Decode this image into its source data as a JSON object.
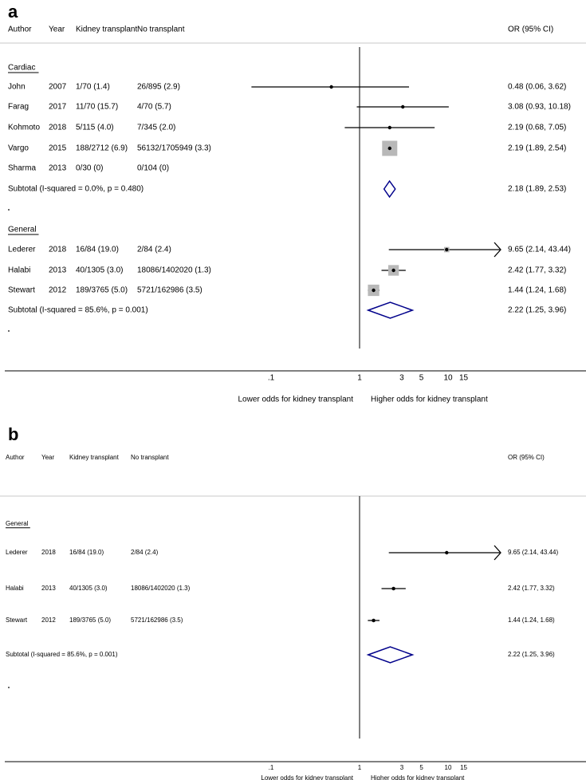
{
  "chart_data": [
    {
      "type": "forest",
      "panel_label": "a",
      "columns": [
        "Author",
        "Year",
        "Kidney transplant",
        "No transplant",
        "OR (95% CI)"
      ],
      "x_scale": "log",
      "x_ticks": [
        ".1",
        "1",
        "3",
        "5",
        "10",
        "15"
      ],
      "xlabel_left": "Lower odds for kidney transplant",
      "xlabel_right": "Higher odds for kidney transplant",
      "groups": [
        {
          "name": "Cardiac",
          "studies": [
            {
              "author": "John",
              "year": "2007",
              "kt": "1/70 (1.4)",
              "nt": "26/895 (2.9)",
              "or": 0.48,
              "lo": 0.06,
              "hi": 3.62,
              "or_text": "0.48 (0.06, 3.62)",
              "weight": 0
            },
            {
              "author": "Farag",
              "year": "2017",
              "kt": "11/70 (15.7)",
              "nt": "4/70 (5.7)",
              "or": 3.08,
              "lo": 0.93,
              "hi": 10.18,
              "or_text": "3.08 (0.93, 10.18)",
              "weight": 0
            },
            {
              "author": "Kohmoto",
              "year": "2018",
              "kt": "5/115 (4.0)",
              "nt": "7/345 (2.0)",
              "or": 2.19,
              "lo": 0.68,
              "hi": 7.05,
              "or_text": "2.19 (0.68, 7.05)",
              "weight": 0
            },
            {
              "author": "Vargo",
              "year": "2015",
              "kt": "188/2712 (6.9)",
              "nt": "56132/1705949 (3.3)",
              "or": 2.19,
              "lo": 1.89,
              "hi": 2.54,
              "or_text": "2.19 (1.89, 2.54)",
              "weight": 1.0
            },
            {
              "author": "Sharma",
              "year": "2013",
              "kt": "0/30 (0)",
              "nt": "0/104 (0)",
              "or": null,
              "lo": null,
              "hi": null,
              "or_text": "",
              "weight": 0
            }
          ],
          "subtotal": {
            "label": "Subtotal  (I-squared = 0.0%, p = 0.480)",
            "or": 2.18,
            "lo": 1.89,
            "hi": 2.53,
            "or_text": "2.18 (1.89, 2.53)"
          }
        },
        {
          "name": "General",
          "studies": [
            {
              "author": "Lederer",
              "year": "2018",
              "kt": "16/84 (19.0)",
              "nt": "2/84 (2.4)",
              "or": 9.65,
              "lo": 2.14,
              "hi": 43.44,
              "or_text": "9.65 (2.14, 43.44)",
              "weight": 0.35
            },
            {
              "author": "Halabi",
              "year": "2013",
              "kt": "40/1305 (3.0)",
              "nt": "18086/1402020 (1.3)",
              "or": 2.42,
              "lo": 1.77,
              "hi": 3.32,
              "or_text": "2.42 (1.77, 3.32)",
              "weight": 0.7
            },
            {
              "author": "Stewart",
              "year": "2012",
              "kt": "189/3765 (5.0)",
              "nt": "5721/162986 (3.5)",
              "or": 1.44,
              "lo": 1.24,
              "hi": 1.68,
              "or_text": "1.44 (1.24, 1.68)",
              "weight": 0.75
            }
          ],
          "subtotal": {
            "label": "Subtotal  (I-squared = 85.6%, p = 0.001)",
            "or": 2.22,
            "lo": 1.25,
            "hi": 3.96,
            "or_text": "2.22 (1.25, 3.96)"
          }
        }
      ]
    },
    {
      "type": "forest",
      "panel_label": "b",
      "columns": [
        "Author",
        "Year",
        "Kidney transplant",
        "No transplant",
        "OR (95% CI)"
      ],
      "x_scale": "log",
      "x_ticks": [
        ".1",
        "1",
        "3",
        "5",
        "10",
        "15"
      ],
      "xlabel_left": "Lower odds for kidney transplant",
      "xlabel_right": "Higher odds for kidney transplant",
      "groups": [
        {
          "name": "General",
          "studies": [
            {
              "author": "Lederer",
              "year": "2018",
              "kt": "16/84 (19.0)",
              "nt": "2/84 (2.4)",
              "or": 9.65,
              "lo": 2.14,
              "hi": 43.44,
              "or_text": "9.65 (2.14, 43.44)",
              "weight": 0
            },
            {
              "author": "Halabi",
              "year": "2013",
              "kt": "40/1305 (3.0)",
              "nt": "18086/1402020 (1.3)",
              "or": 2.42,
              "lo": 1.77,
              "hi": 3.32,
              "or_text": "2.42 (1.77, 3.32)",
              "weight": 0.15
            },
            {
              "author": "Stewart",
              "year": "2012",
              "kt": "189/3765 (5.0)",
              "nt": "5721/162986 (3.5)",
              "or": 1.44,
              "lo": 1.24,
              "hi": 1.68,
              "or_text": "1.44 (1.24, 1.68)",
              "weight": 0.15
            }
          ],
          "subtotal": {
            "label": "Subtotal  (I-squared = 85.6%, p = 0.001)",
            "or": 2.22,
            "lo": 1.25,
            "hi": 3.96,
            "or_text": "2.22 (1.25, 3.96)"
          }
        }
      ]
    }
  ]
}
